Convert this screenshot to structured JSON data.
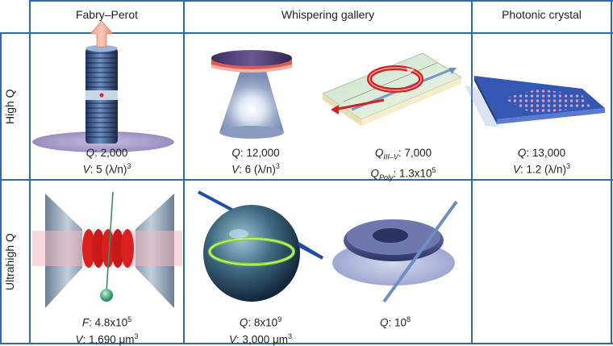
{
  "columns": {
    "fabry_perot": "Fabry–Perot",
    "whispering_gallery": "Whispering gallery",
    "photonic_crystal": "Photonic crystal"
  },
  "rows": {
    "high_q": "High Q",
    "ultrahigh_q": "Ultrahigh Q"
  },
  "captions": {
    "fp_high": {
      "q_label": "Q",
      "q_value": ": 2,000",
      "v_label": "V",
      "v_value": ": 5 (λ/n)",
      "v_exp": "3"
    },
    "wg_disk_high": {
      "q_label": "Q",
      "q_value": ": 12,000",
      "v_label": "V",
      "v_value": ": 6 (λ/n)",
      "v_exp": "3"
    },
    "wg_ring_high": {
      "q1_label": "Q",
      "q1_sub": "III–V",
      "q1_value": ": 7,000",
      "q2_label": "Q",
      "q2_sub": "Poly",
      "q2_value": ": 1.3x10",
      "q2_exp": "5"
    },
    "pc_high": {
      "q_label": "Q",
      "q_value": ": 13,000",
      "v_label": "V",
      "v_value": ": 1.2 (λ/n)",
      "v_exp": "3"
    },
    "fp_ultra": {
      "f_label": "F",
      "f_value": ": 4.8x10",
      "f_exp": "5",
      "v_label": "V",
      "v_value": ": 1,690 μm",
      "v_exp": "3"
    },
    "wg_sphere_ultra": {
      "q_label": "Q",
      "q_value": ": 8x10",
      "q_exp": "9",
      "v_label": "V",
      "v_value": ": 3,000 μm",
      "v_exp": "3"
    },
    "wg_toroid_ultra": {
      "q_label": "Q",
      "q_value": ": 10",
      "q_exp": "8"
    }
  },
  "colors": {
    "grid": "#2f6aa8",
    "ring_red": "#d42020",
    "mode_green": "#7fd12a",
    "fiber_blue": "#1c4fa8",
    "shadow_purple": "#9b8ec0"
  }
}
